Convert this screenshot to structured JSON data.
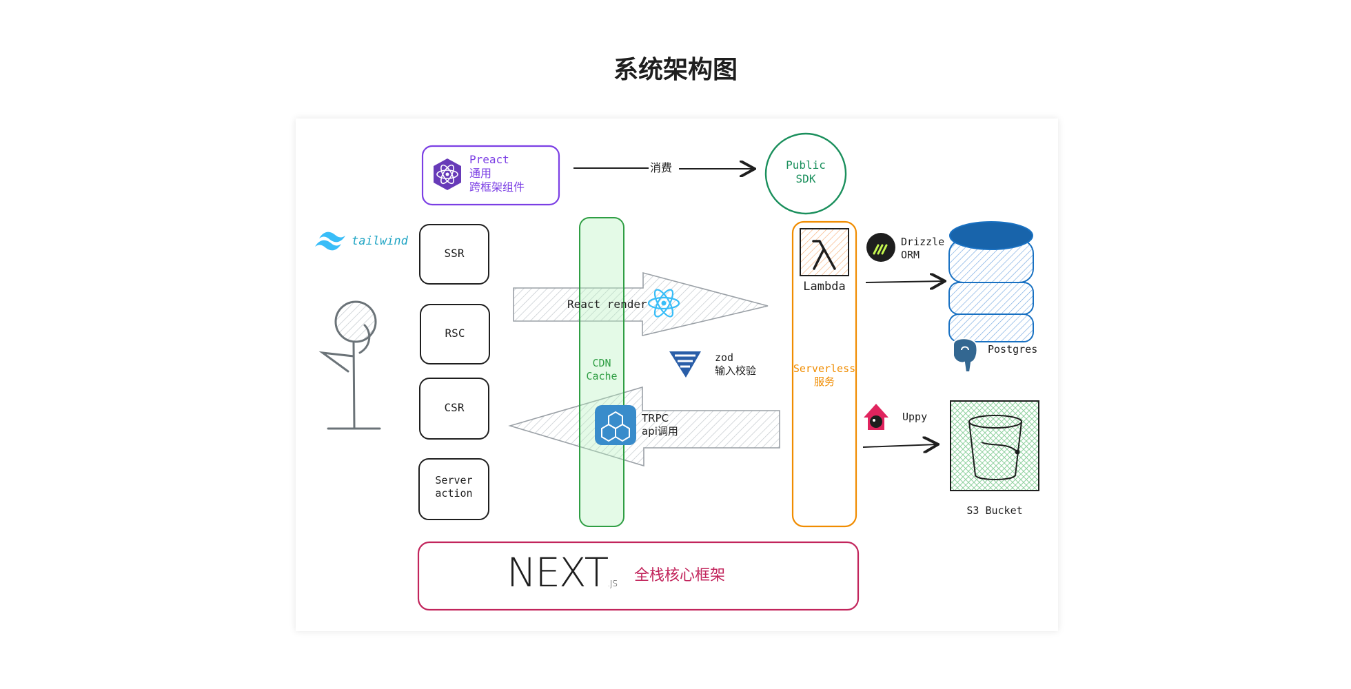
{
  "title": "系统架构图",
  "colors": {
    "preact": "#7b3fe4",
    "sdk": "#1a8f5c",
    "cdn": "#2f9e44",
    "serverless": "#f08c00",
    "next": "#c2255c",
    "db": "#1971c2",
    "s3": "#2f9e44",
    "tailwind": "#38bdf8",
    "ink": "#1e1e1e"
  },
  "nodes": {
    "preact": {
      "name": "Preact",
      "line1": "通用",
      "line2": "跨框架组件"
    },
    "public_sdk": {
      "line1": "Public",
      "line2": "SDK"
    },
    "consume_label": "消费",
    "tailwind": "tailwind",
    "ssr": "SSR",
    "rsc": "RSC",
    "csr": "CSR",
    "server_action": {
      "line1": "Server",
      "line2": "action"
    },
    "cdn": {
      "line1": "CDN",
      "line2": "Cache"
    },
    "react_render": "React render",
    "zod": {
      "name": "zod",
      "desc": "输入校验"
    },
    "trpc": {
      "name": "TRPC",
      "desc": "api调用"
    },
    "lambda": "Lambda",
    "serverless": {
      "line1": "Serverless",
      "line2": "服务"
    },
    "drizzle": {
      "line1": "Drizzle",
      "line2": "ORM"
    },
    "postgres": "Postgres",
    "uppy": "Uppy",
    "s3": "S3 Bucket",
    "next_logo": "NEXT",
    "next_js": ".JS",
    "next_desc": "全栈核心框架"
  },
  "icons": {
    "preact": "preact-atom-icon",
    "react": "react-atom-icon",
    "zod": "zod-icon",
    "trpc": "trpc-cubes-icon",
    "lambda": "lambda-icon",
    "drizzle": "drizzle-icon",
    "postgres": "postgres-elephant-icon",
    "uppy": "uppy-dog-icon",
    "s3": "bucket-icon",
    "tailwind": "tailwind-wave-icon",
    "user": "stick-figure-icon"
  }
}
